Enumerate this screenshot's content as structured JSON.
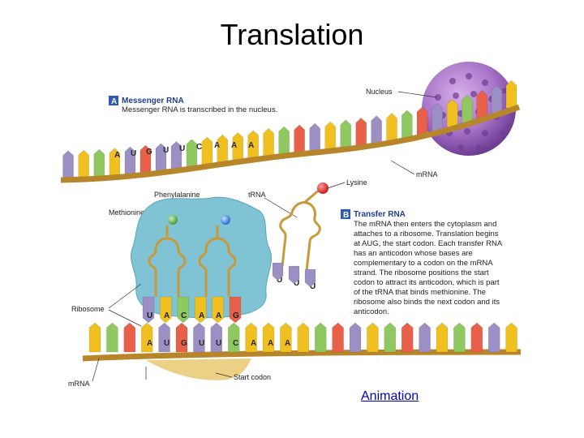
{
  "title": "Translation",
  "panel_a": {
    "badge": "A",
    "heading": "Messenger RNA",
    "caption": "Messenger RNA is transcribed in the nucleus."
  },
  "panel_b": {
    "badge": "B",
    "heading": "Transfer RNA",
    "lines": [
      "The mRNA then enters the cytoplasm and",
      "attaches to a ribosome. Translation begins",
      "at AUG, the start codon. Each transfer RNA",
      "has an anticodon whose bases are",
      "complementary to a codon on the mRNA",
      "strand. The ribosome positions the start",
      "codon to attract its anticodon, which is part",
      "of the tRNA that binds methionine. The",
      "ribosome also binds the next codon and its",
      "anticodon."
    ]
  },
  "labels": {
    "nucleus": "Nucleus",
    "mrna_top": "mRNA",
    "lysine": "Lysine",
    "trna": "tRNA",
    "phenylalanine": "Phenylalanine",
    "methionine": "Methionine",
    "ribosome": "Ribosome",
    "mrna_bottom": "mRNA",
    "start_codon": "Start codon"
  },
  "top_sequence": [
    "A",
    "U",
    "G",
    "U",
    "U",
    "C",
    "A",
    "A",
    "A"
  ],
  "bottom_sequence": [
    "A",
    "U",
    "G",
    "U",
    "U",
    "C",
    "A",
    "A",
    "A"
  ],
  "anticodons": [
    "U",
    "A",
    "C",
    "A",
    "A",
    "G"
  ],
  "free_trna_anticodon": [
    "U",
    "U",
    "U"
  ],
  "link": "Animation",
  "colors": {
    "adenine": "#f0c020",
    "uracil": "#9b8fc4",
    "guanine": "#e8604a",
    "cytosine": "#8fc860",
    "backbone": "#b8862a",
    "ribosome": "#7fc3d4",
    "nucleus": "#a874c8",
    "trna": "#c89a3a",
    "badge": "#2f59b3",
    "link": "#0000cc"
  }
}
